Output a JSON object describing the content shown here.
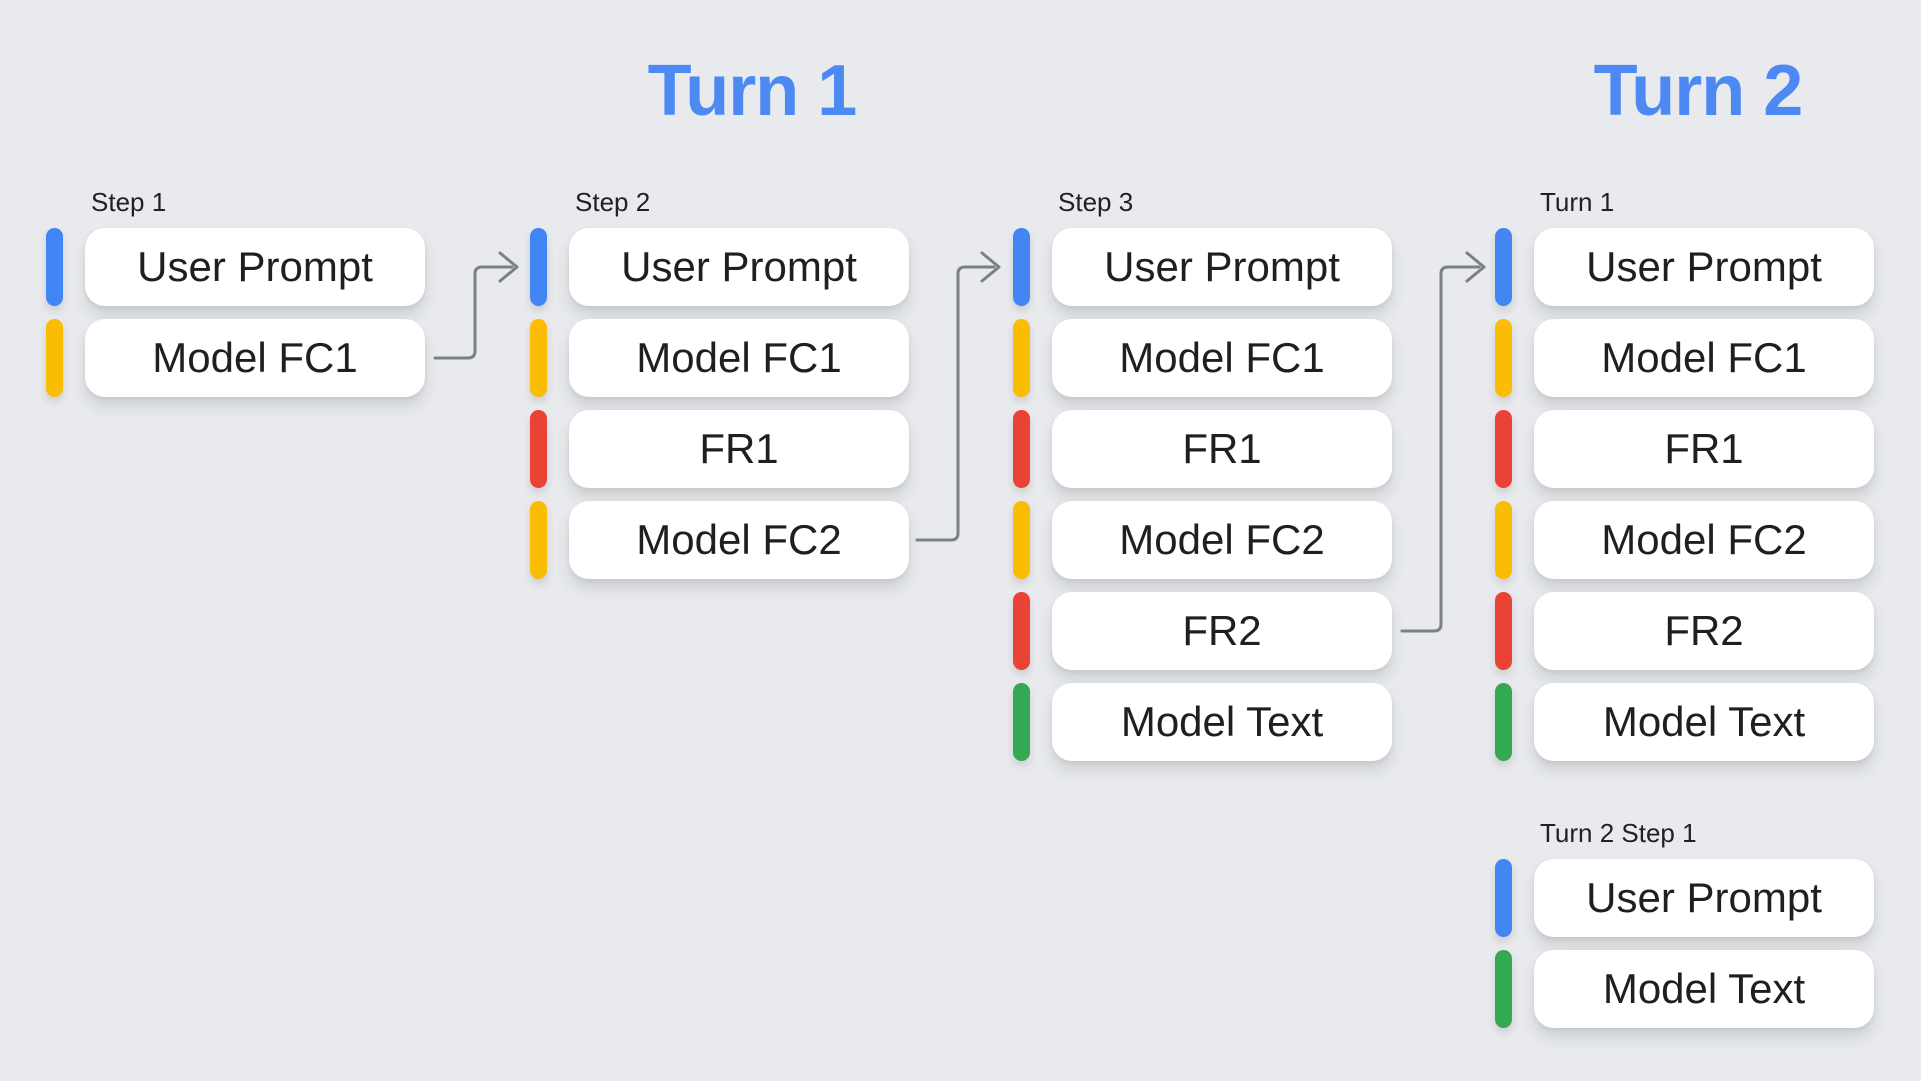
{
  "headings": [
    {
      "text": "Turn 1"
    },
    {
      "text": "Turn 2"
    }
  ],
  "colors": {
    "background": "#e8eaed",
    "heading": "#4d89f3",
    "arrow": "#7c8085",
    "card_background": "#ffffff",
    "card_text": "#1f1f1f",
    "label_text": "#202124",
    "user_prompt": "#4285f4",
    "model_fc": "#fbbc04",
    "function_response": "#ea4335",
    "model_text": "#34a853"
  },
  "groups": [
    {
      "label": "Step 1",
      "rows": [
        {
          "text": "User Prompt",
          "kind": "user_prompt"
        },
        {
          "text": "Model FC1",
          "kind": "model_fc"
        }
      ]
    },
    {
      "label": "Step 2",
      "rows": [
        {
          "text": "User Prompt",
          "kind": "user_prompt"
        },
        {
          "text": "Model FC1",
          "kind": "model_fc"
        },
        {
          "text": "FR1",
          "kind": "function_response"
        },
        {
          "text": "Model FC2",
          "kind": "model_fc"
        }
      ]
    },
    {
      "label": "Step 3",
      "rows": [
        {
          "text": "User Prompt",
          "kind": "user_prompt"
        },
        {
          "text": "Model FC1",
          "kind": "model_fc"
        },
        {
          "text": "FR1",
          "kind": "function_response"
        },
        {
          "text": "Model FC2",
          "kind": "model_fc"
        },
        {
          "text": "FR2",
          "kind": "function_response"
        },
        {
          "text": "Model Text",
          "kind": "model_text"
        }
      ]
    },
    {
      "label": "Turn 1",
      "rows": [
        {
          "text": "User Prompt",
          "kind": "user_prompt"
        },
        {
          "text": "Model FC1",
          "kind": "model_fc"
        },
        {
          "text": "FR1",
          "kind": "function_response"
        },
        {
          "text": "Model FC2",
          "kind": "model_fc"
        },
        {
          "text": "FR2",
          "kind": "function_response"
        },
        {
          "text": "Model Text",
          "kind": "model_text"
        }
      ]
    },
    {
      "label": "Turn 2 Step 1",
      "rows": [
        {
          "text": "User Prompt",
          "kind": "user_prompt"
        },
        {
          "text": "Model Text",
          "kind": "model_text"
        }
      ]
    }
  ],
  "arrows": [
    {
      "from": "Step 1 / Model FC1",
      "to": "Step 2 / User Prompt"
    },
    {
      "from": "Step 2 / Model FC2",
      "to": "Step 3 / User Prompt"
    },
    {
      "from": "Step 3 / FR2",
      "to": "Turn 1 / User Prompt"
    }
  ]
}
